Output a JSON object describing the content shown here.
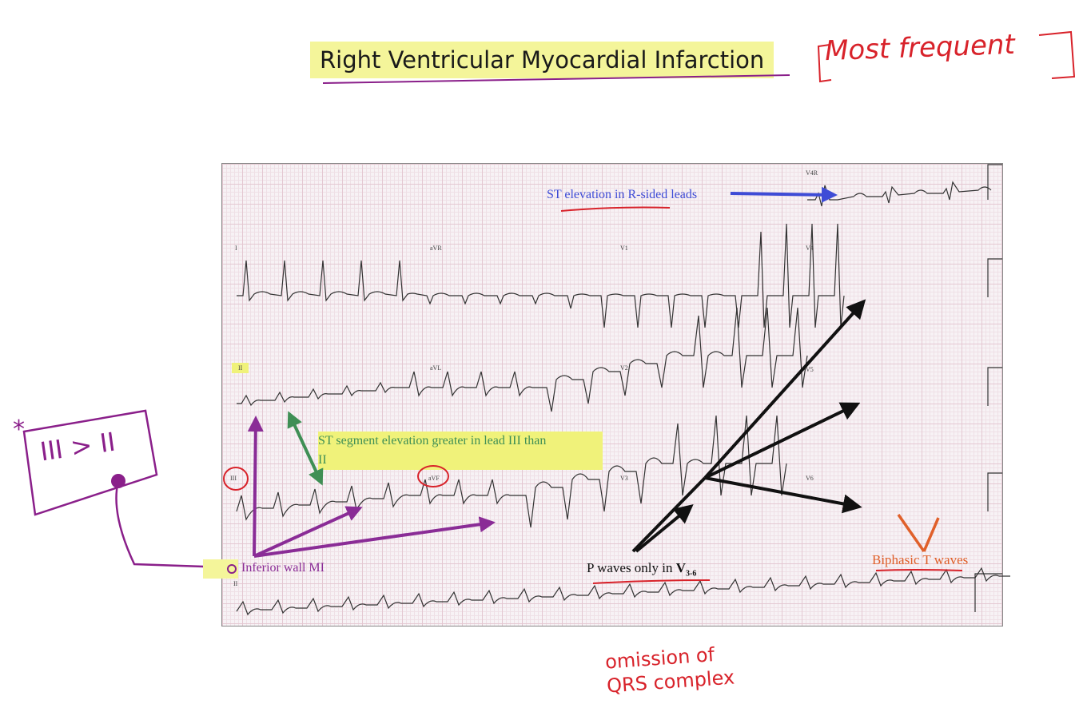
{
  "title": "Right Ventricular Myocardial Infarction",
  "handwriting": {
    "most_frequent": "Most frequent",
    "omission_line1": "omission of",
    "omission_line2": "QRS complex",
    "iii_gt_ii": "III > II",
    "star": "*"
  },
  "ecg": {
    "lead_labels": {
      "v4r": "V4R",
      "i": "I",
      "avr": "aVR",
      "v1": "V1",
      "v4": "V4",
      "ii": "II",
      "avl": "aVL",
      "v2": "V2",
      "v5": "V5",
      "iii": "III",
      "avf": "aVF",
      "v3": "V3",
      "v6": "V6",
      "ii_rhythm": "II"
    },
    "annotations": {
      "st_elevation_r": "ST elevation in R-sided leads",
      "st_segment_line1": "ST segment elevation greater in lead III than",
      "st_segment_line2": "II",
      "inferior_wall_mi": "Inferior wall MI",
      "p_waves_prefix": "P waves only in ",
      "p_waves_v": "V",
      "p_waves_sub": "3-6",
      "biphasic_t": "Biphasic T waves"
    }
  },
  "colors": {
    "annotation_blue": "#3e4cd6",
    "annotation_green": "#3f8f55",
    "annotation_purple": "#8a2c96",
    "annotation_orange": "#e0602a",
    "handwriting_red": "#d8222a",
    "handwriting_purple": "#8a1f8a",
    "highlight_yellow": "#f4f59a"
  }
}
